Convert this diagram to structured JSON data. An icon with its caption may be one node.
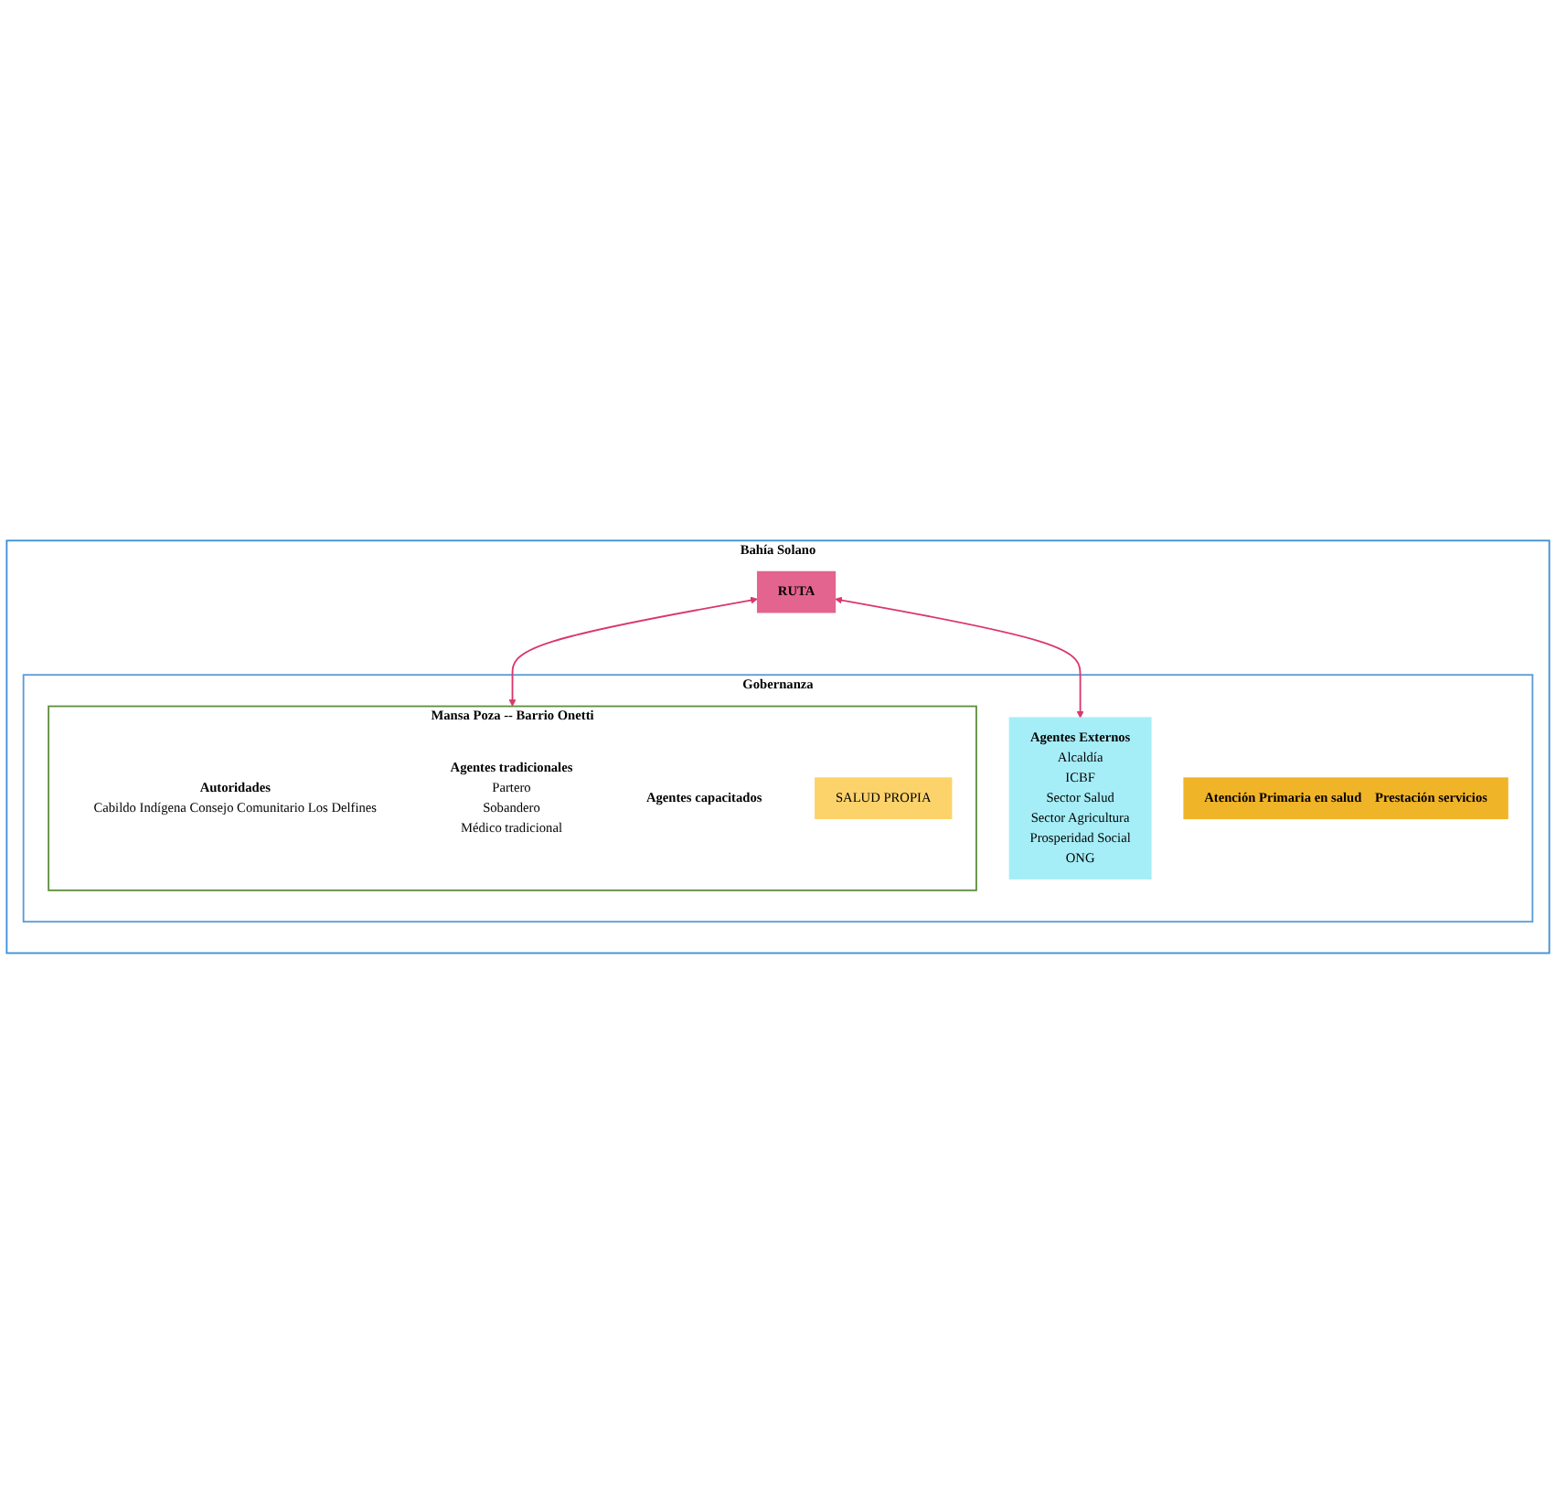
{
  "diagram": {
    "nodes": [
      {
        "text": [
          "Bahía Solano"
        ]
      },
      {
        "text": [
          "RUTA"
        ],
        "in": 0
      },
      {
        "text": [
          "Gobernanza"
        ],
        "in": 0
      },
      {
        "text": [
          "Atención Primaria en salud",
          "Prestación servicios"
        ],
        "in": 2
      },
      {
        "text": [
          "Agentes Externos",
          "Alcaldía",
          "ICBF",
          "Sector Salud",
          "Sector Agricultura",
          "Prosperidad Social",
          "ONG"
        ],
        "in": 2
      },
      {
        "text": [
          "Mansa Poza -- Barrio Onetti"
        ],
        "in": 2
      },
      {
        "text": [
          "Autoridades",
          "Cabildo Indígena Consejo Comunitario Los Delfines"
        ],
        "in": 5
      },
      {
        "text": [
          "Agentes tradicionales",
          "Partero",
          "Sobandero",
          "Médico tradicional"
        ],
        "in": 5
      },
      {
        "text": [
          "Agentes capacitados"
        ],
        "in": 5
      },
      {
        "text": [
          "SALUD PROPIA"
        ],
        "in": 5
      }
    ],
    "edges": [
      {
        "from": 1,
        "to": 4,
        "arrow": "both",
        "color": "#d9386a"
      },
      {
        "from": 1,
        "to": 5,
        "arrow": "both",
        "color": "#d9386a"
      }
    ]
  }
}
